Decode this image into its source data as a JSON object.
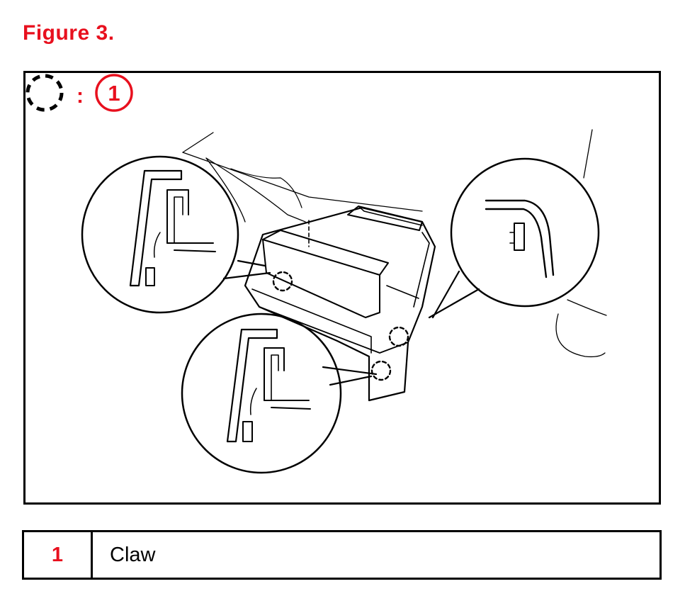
{
  "figure": {
    "title": "Figure 3."
  },
  "legend": {
    "separator": ":",
    "callout": "1",
    "rows": [
      {
        "number": "1",
        "label": "Claw"
      }
    ]
  },
  "colors": {
    "accent": "#e8101e",
    "line": "#000000",
    "background": "#ffffff"
  }
}
